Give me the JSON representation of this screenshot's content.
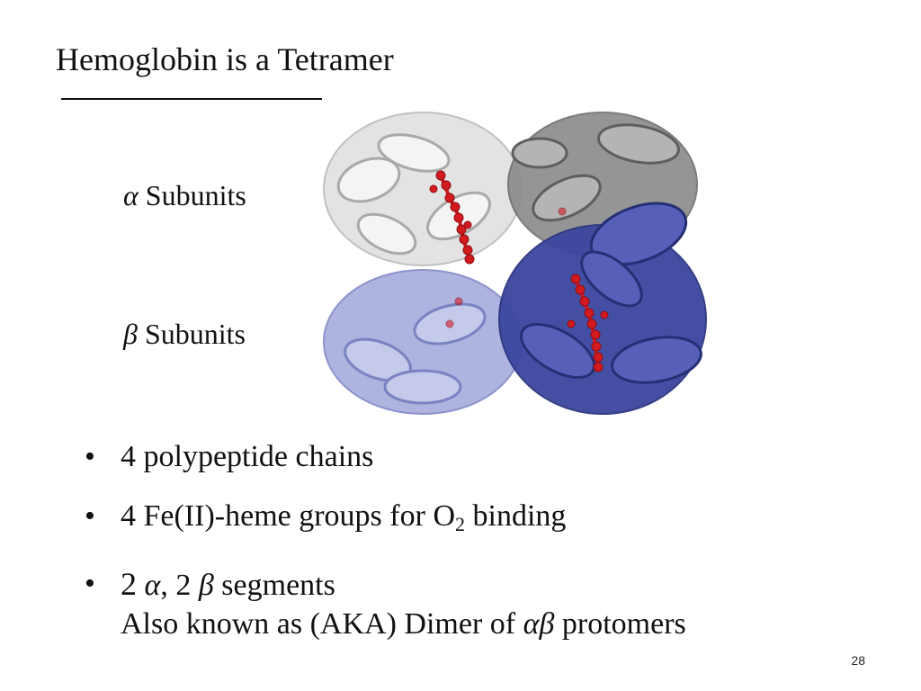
{
  "slide": {
    "title": "Hemoglobin is a Tetramer",
    "page_number": "28"
  },
  "labels": {
    "alpha_symbol": "α",
    "alpha_text": "Subunits",
    "beta_symbol": "β",
    "beta_text": "Subunits"
  },
  "figure": {
    "colors": {
      "alpha_light": "#e2e2e2",
      "alpha_dark": "#8a8a8a",
      "beta_light": "#a6acdc",
      "beta_dark": "#3b46a0",
      "heme": "#d31a1f"
    }
  },
  "bullets": {
    "b1": "4 polypeptide chains",
    "b2_pre": "4 Fe(II)-heme groups for O",
    "b2_sub": "2",
    "b2_post": "binding",
    "b3_num1": "2",
    "b3_alpha": "α",
    "b3_mid": ", 2",
    "b3_beta": "β",
    "b3_post": "segments",
    "b3_line2_pre": "Also known as (AKA) Dimer of",
    "b3_line2_greek": "αβ",
    "b3_line2_post": "protomers"
  }
}
